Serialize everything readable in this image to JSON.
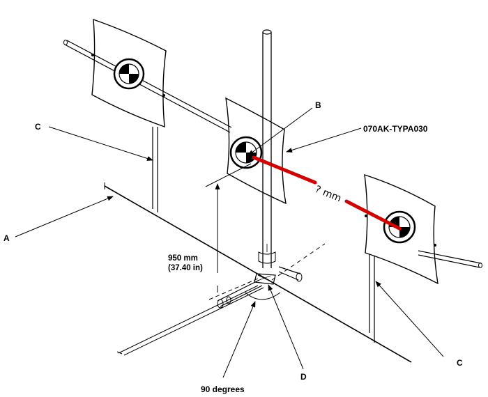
{
  "labels": {
    "a": "A",
    "b": "B",
    "c_left": "C",
    "c_right": "C",
    "d": "D",
    "part_number": "070AK-TYPA030",
    "height_mm": "950 mm",
    "height_in": "(37.40 in)",
    "angle": "90 degrees",
    "unknown_distance": "? mm"
  },
  "colors": {
    "ink": "#000000",
    "highlight": "#d40000",
    "paper": "#ffffff"
  },
  "icons": {
    "target_mark": "quartered-circle-target-icon"
  }
}
